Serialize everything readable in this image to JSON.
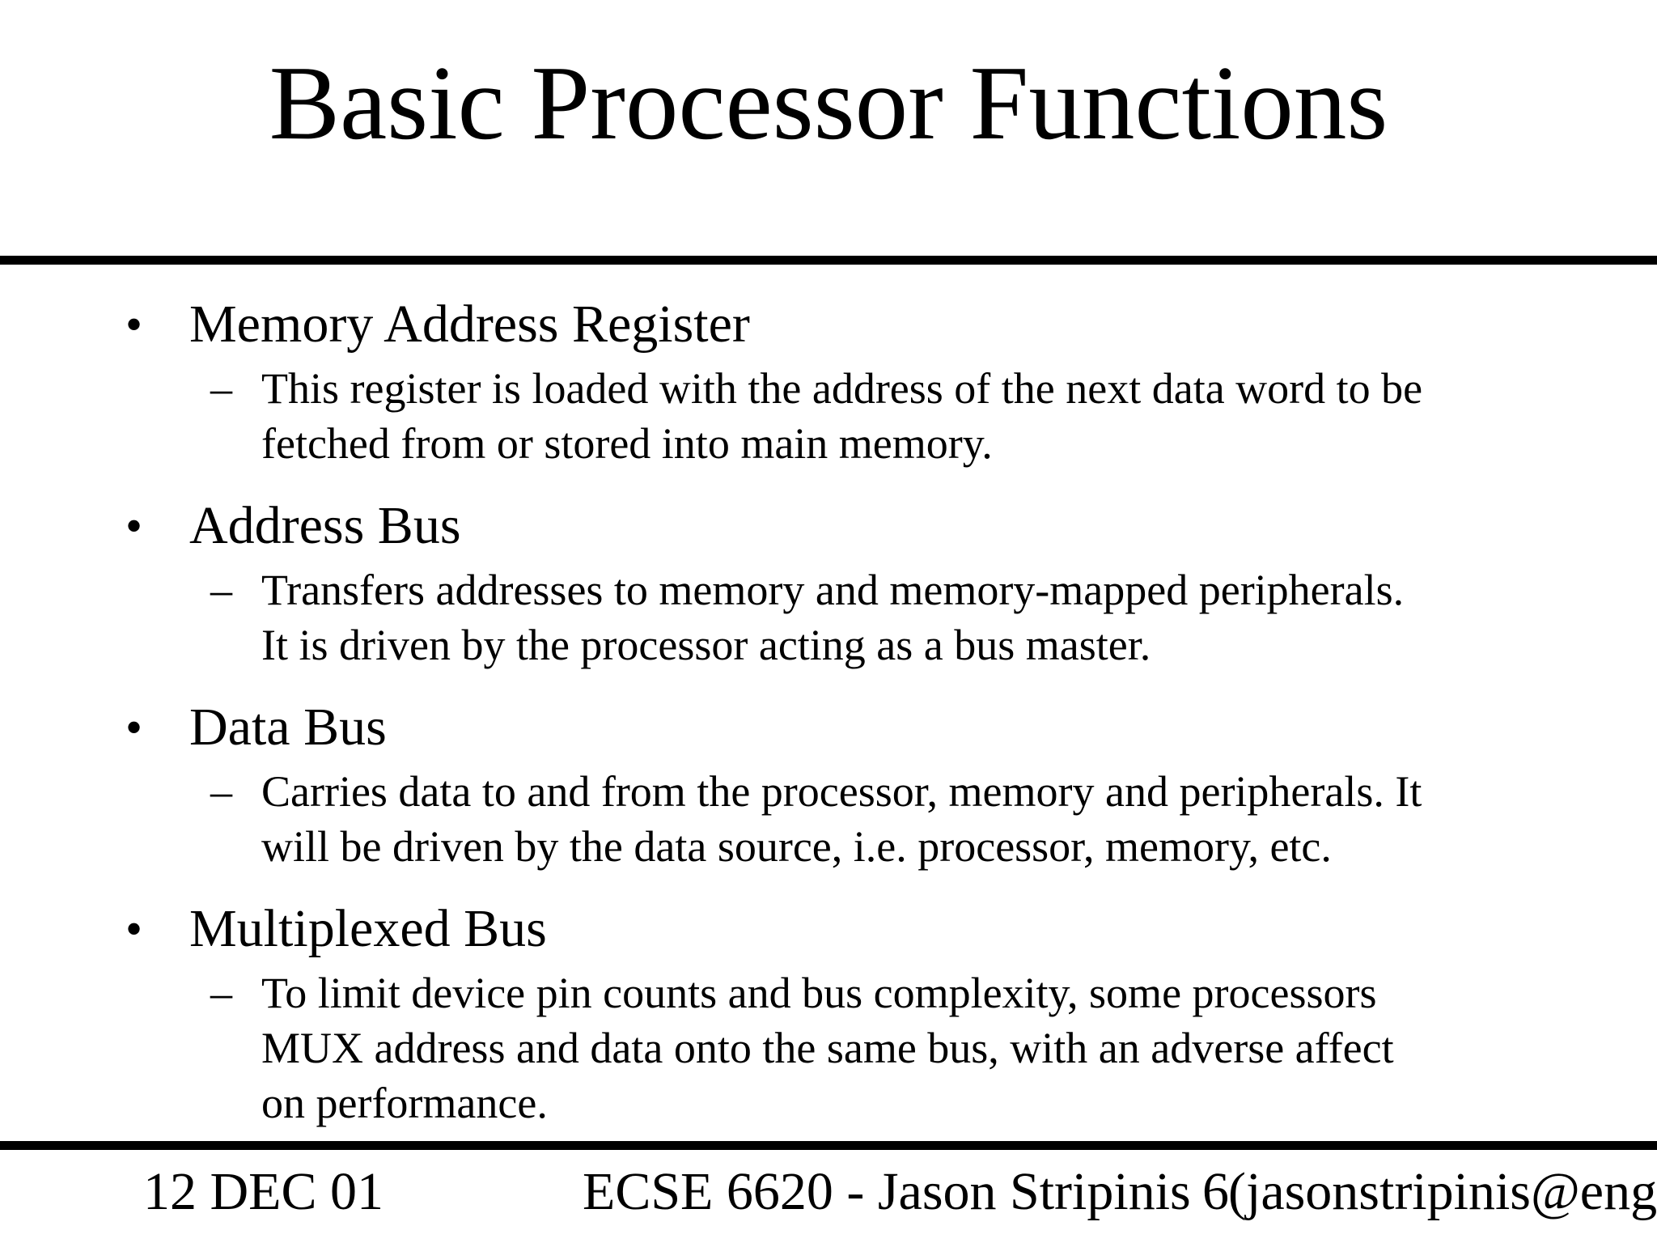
{
  "slide": {
    "title": "Basic Processor Functions",
    "bullet_symbol": "•",
    "dash_symbol": "–",
    "items": [
      {
        "heading": "Memory Address Register",
        "lines": [
          "This register is loaded with the address of the next data word to be",
          "fetched from or stored into main memory."
        ]
      },
      {
        "heading": "Address Bus",
        "lines": [
          "Transfers addresses to memory and memory-mapped peripherals.",
          "It is driven by the processor acting as a bus master."
        ]
      },
      {
        "heading": "Data Bus",
        "lines": [
          "Carries data to and from the processor, memory and peripherals. It",
          "will be driven by the data source, i.e. processor, memory, etc."
        ]
      },
      {
        "heading": "Multiplexed Bus",
        "lines": [
          "To limit device pin counts and bus complexity, some processors",
          "MUX address and data onto the same bus, with an adverse affect",
          "on performance."
        ]
      }
    ]
  },
  "footer": {
    "date": "12 DEC 01",
    "course": "ECSE 6620 - Jason Stripinis",
    "page": "6",
    "email": "(jasonstripinis@eng"
  }
}
